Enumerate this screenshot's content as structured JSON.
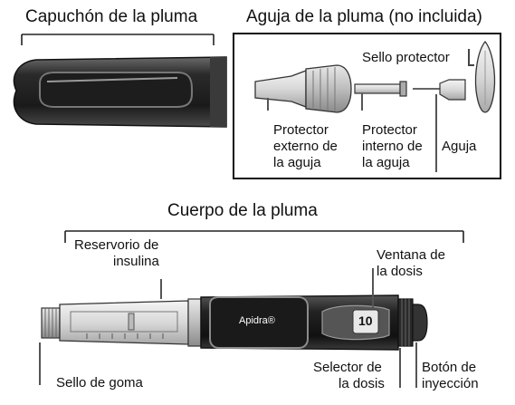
{
  "cap": {
    "title": "Capuchón de la pluma"
  },
  "needle": {
    "title": "Aguja de la pluma (no incluida)",
    "seal_label": "Sello protector",
    "outer_label": [
      "Protector",
      "externo de",
      "la aguja"
    ],
    "inner_label": [
      "Protector",
      "interno de",
      "la aguja"
    ],
    "needle_label": "Aguja"
  },
  "body": {
    "title": "Cuerpo de la pluma",
    "reservoir_label": [
      "Reservorio de",
      "insulina"
    ],
    "window_label": [
      "Ventana de",
      "la dosis"
    ],
    "brand": "Apidra®",
    "dose_readout": "10",
    "rubber_seal_label": "Sello de goma",
    "selector_label": [
      "Selector de",
      "la dosis"
    ],
    "button_label": [
      "Botón de",
      "inyección"
    ]
  }
}
